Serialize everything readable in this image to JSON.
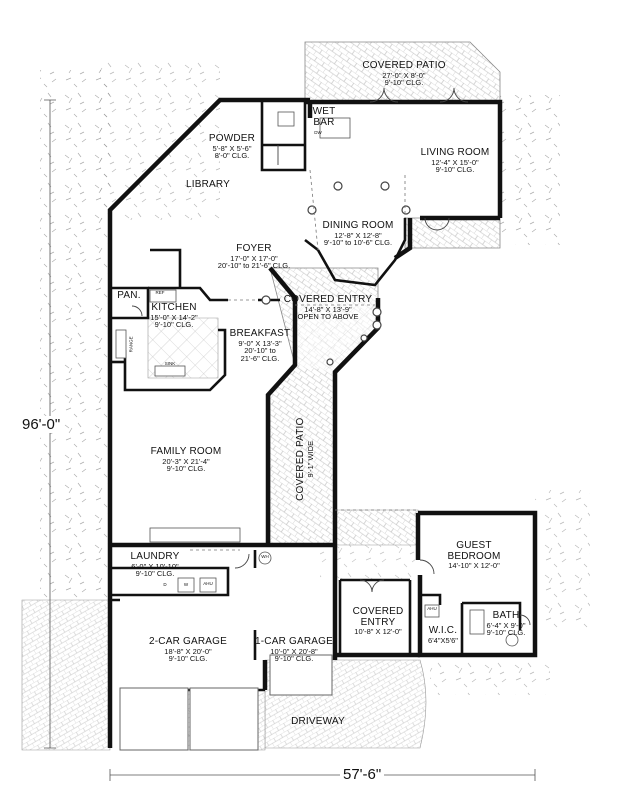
{
  "dimensions": {
    "depth": "96'-0\"",
    "width": "57'-6\""
  },
  "rooms": {
    "covered_patio_rear": {
      "name": "COVERED PATIO",
      "d1": "27'-0\" X 8'-0\"",
      "d2": "9'-10\" CLG."
    },
    "wet_bar": {
      "name": "WET",
      "name2": "BAR"
    },
    "powder": {
      "name": "POWDER",
      "d1": "5'-8\" X 5'-6\"",
      "d2": "8'-0\" CLG."
    },
    "library": {
      "name": "LIBRARY"
    },
    "living_room": {
      "name": "LIVING ROOM",
      "d1": "12'-4\" X 15'-0\"",
      "d2": "9'-10\" CLG."
    },
    "dining_room": {
      "name": "DINING ROOM",
      "d1": "12'-8\" X 12'-8\"",
      "d2": "9'-10\" to 10'-6\" CLG."
    },
    "foyer": {
      "name": "FOYER",
      "d1": "17'-0\" X 17'-0\"",
      "d2": "20'-10\" to 21'-6\" CLG."
    },
    "pantry": {
      "name": "PAN."
    },
    "kitchen": {
      "name": "KITCHEN",
      "d1": "15'-0\" X 14'-2\"",
      "d2": "9'-10\" CLG."
    },
    "covered_entry_upper": {
      "name": "COVERED ENTRY",
      "d1": "14'-8\" X 13'-9\"",
      "d2": "OPEN TO ABOVE"
    },
    "breakfast": {
      "name": "BREAKFAST",
      "d1": "9'-0\" X 13'-3\"",
      "d2": "20'-10\" to",
      "d3": "21'-6\" CLG."
    },
    "family_room": {
      "name": "FAMILY ROOM",
      "d1": "20'-3\" X 21'-4\"",
      "d2": "9'-10\" CLG."
    },
    "covered_patio_side": {
      "name": "COVERED PATIO",
      "d1": "9'-1\" WIDE"
    },
    "guest_bedroom": {
      "name": "GUEST",
      "name2": "BEDROOM",
      "d1": "14'-10\" X 12'-0\""
    },
    "laundry": {
      "name": "LAUNDRY",
      "d1": "6'-0\" X 10'-10\"",
      "d2": "9'-10\" CLG."
    },
    "covered_entry_lower": {
      "name": "COVERED",
      "name2": "ENTRY",
      "d1": "10'-8\" X 12'-0\""
    },
    "wic": {
      "name": "W.I.C.",
      "d1": "6'4\"X5'6\""
    },
    "bath": {
      "name": "BATH",
      "d1": "6'-4\" X 9'-0\"",
      "d2": "9'-10\" CLG."
    },
    "garage_2car": {
      "name": "2-CAR GARAGE",
      "d1": "18'-8\" X 20'-0\"",
      "d2": "9'-10\" CLG."
    },
    "garage_1car": {
      "name": "1-CAR GARAGE",
      "d1": "10'-0\" X 20'-8\"",
      "d2": "9'-10\" CLG."
    },
    "driveway": {
      "name": "DRIVEWAY"
    }
  },
  "fixtures": {
    "ref": "REF",
    "range": "RANGE",
    "sink": "SINK",
    "ahu": "AHU",
    "wh": "WH",
    "dw": "DW",
    "w": "W",
    "d": "D"
  }
}
